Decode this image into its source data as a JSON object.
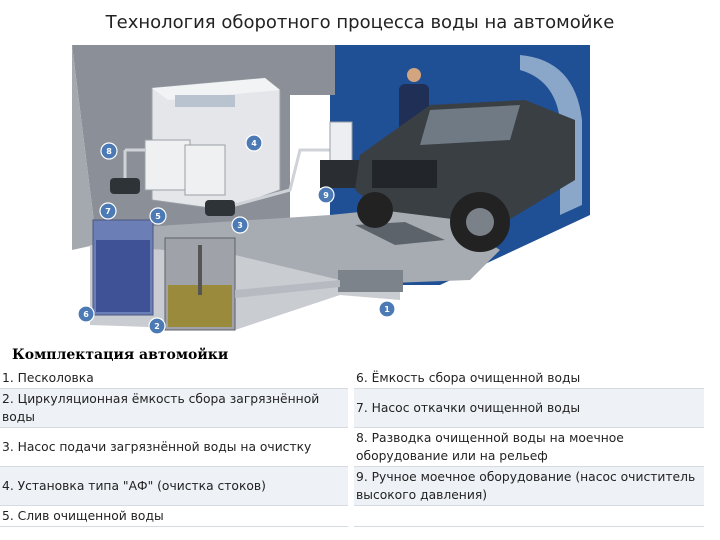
{
  "title": "Технология оборотного процесса воды на автомойке",
  "spec_heading": "Комплектация автомойки",
  "components_left": [
    "1. Песколовка",
    "2. Циркуляционная ёмкость сбора загрязнённой воды",
    "3. Насос подачи загрязнённой воды на очистку",
    "4. Установка типа \"АФ\" (очистка стоков)",
    "5. Слив очищенной воды"
  ],
  "components_right": [
    "6. Ёмкость сбора очищенной воды",
    "7. Насос откачки очищенной воды",
    "8. Разводка очищенной воды на моечное оборудование или на рельеф",
    "9. Ручное моечное оборудование (насос очиститель высокого давления)",
    ""
  ],
  "callouts": [
    "1",
    "2",
    "3",
    "4",
    "5",
    "6",
    "7",
    "8",
    "9"
  ],
  "colors": {
    "badge": "#4c7ab5",
    "wall": "#8a9099",
    "floor": "#9da3aa",
    "garage": "#1f4f95",
    "tank_clean": "#5a6fa8",
    "tank_dirty": "#9a8a3c",
    "vehicle": "#3a3f44"
  }
}
